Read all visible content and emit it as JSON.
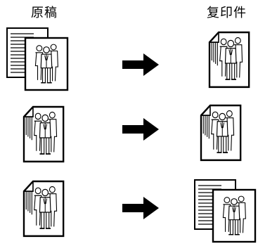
{
  "headings": {
    "original": "原稿",
    "copy": "复印件"
  },
  "rows": [
    {
      "original": "two-pages",
      "copy": "one-page-folded-corner"
    },
    {
      "original": "one-page-folded-corner",
      "copy": "one-page-folded-corner"
    },
    {
      "original": "one-page-folded-corner",
      "copy": "two-pages"
    }
  ],
  "icons": {
    "arrow": "right-arrow-icon",
    "lined_page": "lined-page-icon",
    "people": "people-illustration-icon"
  },
  "colors": {
    "ink": "#000000",
    "paper": "#ffffff"
  }
}
